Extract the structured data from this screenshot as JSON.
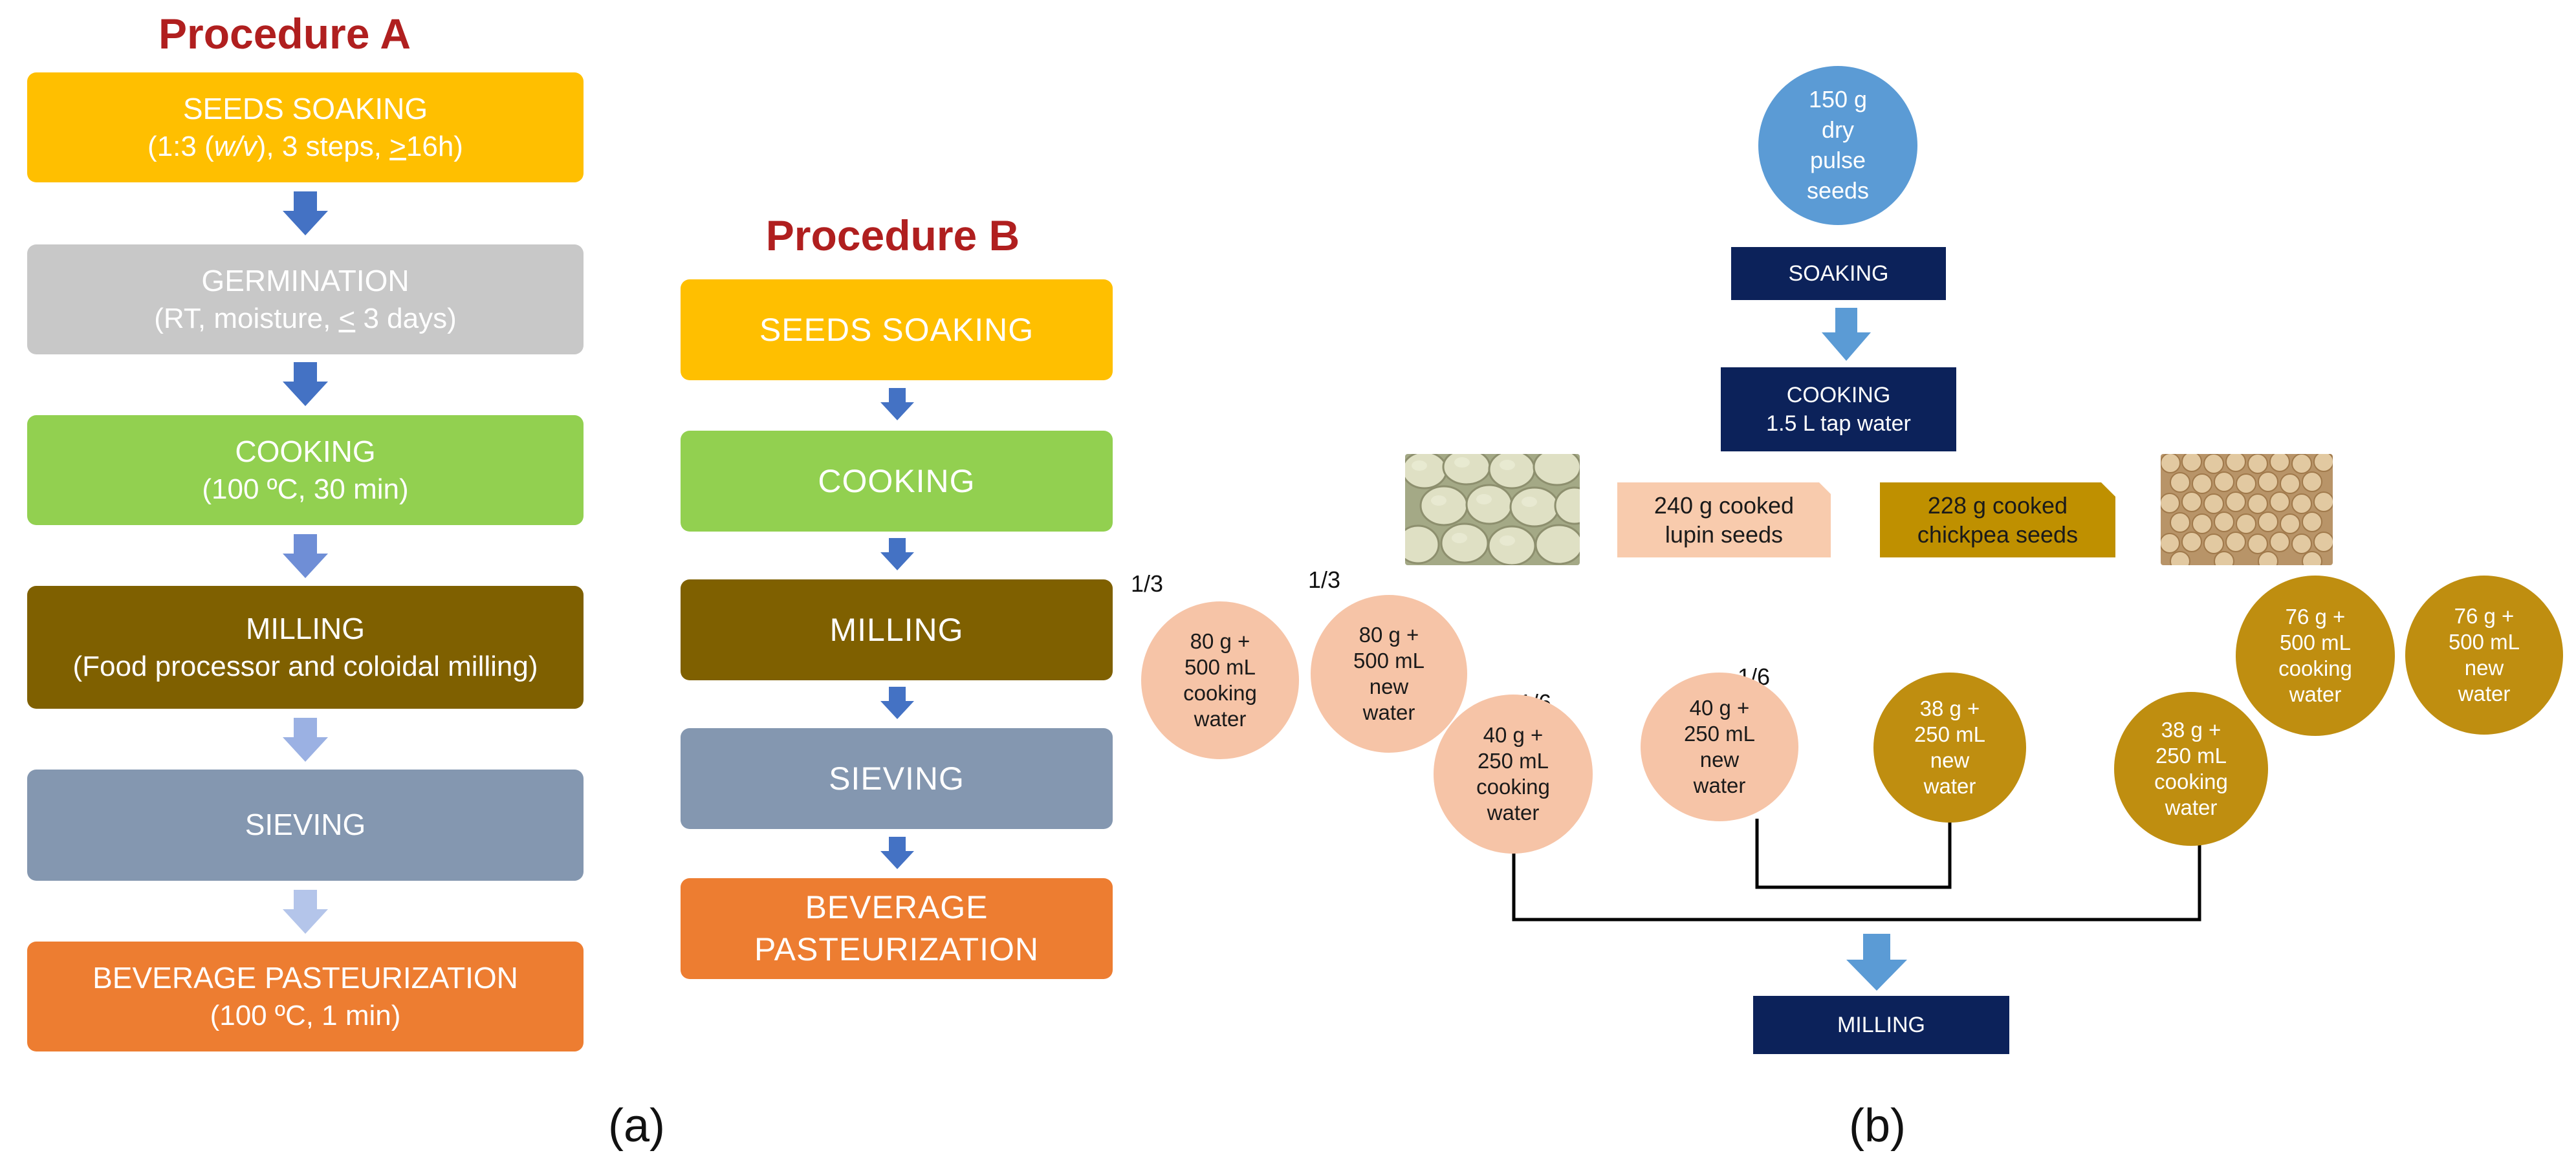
{
  "procedure_a": {
    "title": "Procedure A",
    "steps": [
      {
        "label": "SEEDS SOAKING",
        "detail_pre": "(1:3 (",
        "detail_italic": "w/v",
        "detail_mid": "), 3 steps, ",
        "detail_ul": ">",
        "detail_post": "16h)",
        "color": "#ffbf00"
      },
      {
        "label": "GERMINATION",
        "detail_pre": "(RT, moisture, ",
        "detail_ul": "<",
        "detail_post": " 3 days)",
        "color": "#c8c8c8"
      },
      {
        "label": "COOKING",
        "detail": "(100 ºC, 30 min)",
        "color": "#92d050"
      },
      {
        "label": "MILLING",
        "detail": "(Food processor and coloidal milling)",
        "color": "#7f6000"
      },
      {
        "label": "SIEVING",
        "color": "#8497b0"
      },
      {
        "label": "BEVERAGE PASTEURIZATION",
        "detail": "(100 ºC, 1 min)",
        "color": "#ed7d31"
      }
    ]
  },
  "procedure_b": {
    "title": "Procedure B",
    "steps": [
      {
        "label": "SEEDS SOAKING",
        "color": "#ffbf00"
      },
      {
        "label": "COOKING",
        "color": "#92d050"
      },
      {
        "label": "MILLING",
        "color": "#7f6000"
      },
      {
        "label": "SIEVING",
        "color": "#8497b0"
      },
      {
        "label": "BEVERAGE",
        "label2": "PASTEURIZATION",
        "color": "#ed7d31"
      }
    ]
  },
  "panel_b": {
    "start": {
      "line1": "150 g",
      "line2": "dry",
      "line3": "pulse",
      "line4": "seeds",
      "color": "#5b9bd5"
    },
    "soaking": "SOAKING",
    "cooking": {
      "line1": "COOKING",
      "line2": "1.5 L tap water"
    },
    "milling": "MILLING",
    "lupin_tag": {
      "line1": "240 g cooked",
      "line2": "lupin seeds",
      "color": "#f8cbad"
    },
    "chickpea_tag": {
      "line1": "228 g cooked",
      "line2": "chickpea seeds",
      "color": "#bf9000"
    },
    "fractions": {
      "third_a": "1/3",
      "third_b": "1/3",
      "sixth_a": "1/6",
      "sixth_b": "1/6"
    },
    "circles": {
      "lupin_80_cooking": [
        "80 g +",
        "500 mL",
        "cooking",
        "water"
      ],
      "lupin_80_new": [
        "80 g +",
        "500 mL",
        "new",
        "water"
      ],
      "lupin_40_cooking": [
        "40 g +",
        "250 mL",
        "cooking",
        "water"
      ],
      "lupin_40_new": [
        "40 g +",
        "250 mL",
        "new",
        "water"
      ],
      "chick_38_new": [
        "38 g +",
        "250 mL",
        "new",
        "water"
      ],
      "chick_38_cooking": [
        "38 g +",
        "250 mL",
        "cooking",
        "water"
      ],
      "chick_76_cooking": [
        "76 g +",
        "500 mL",
        "cooking",
        "water"
      ],
      "chick_76_new": [
        "76 g +",
        "500 mL",
        "new",
        "water"
      ]
    },
    "colors": {
      "navy": "#0c225a",
      "lupin": "#f6c4a7",
      "chickpea": "#bf8e10",
      "arrow": "#5b9bd5"
    }
  },
  "labels": {
    "a": "(a)",
    "b": "(b)"
  }
}
